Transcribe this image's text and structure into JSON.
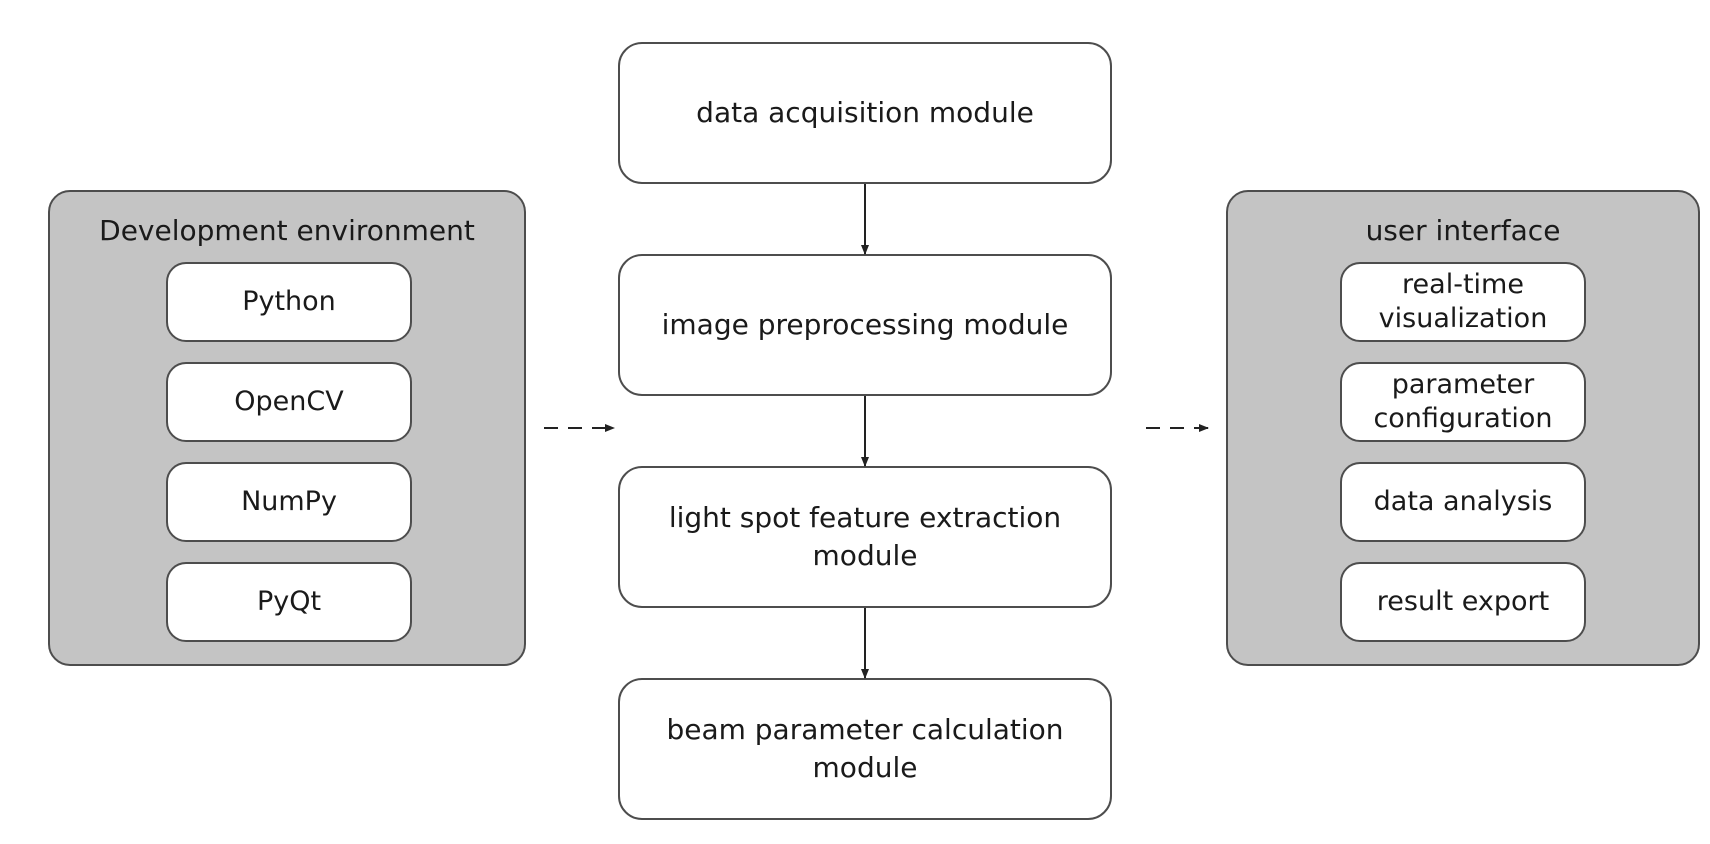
{
  "dev_env": {
    "title": "Development environment",
    "items": [
      "Python",
      "OpenCV",
      "NumPy",
      "PyQt"
    ]
  },
  "modules": [
    "data acquisition module",
    "image preprocessing module",
    "light spot feature extraction module",
    "beam parameter calculation module"
  ],
  "ui": {
    "title": "user interface",
    "items": [
      "real-time visualization",
      "parameter configuration",
      "data analysis",
      "result export"
    ]
  },
  "colors": {
    "group_fill": "#c4c4c4",
    "border": "#4d4d4d",
    "box_fill": "#ffffff"
  }
}
